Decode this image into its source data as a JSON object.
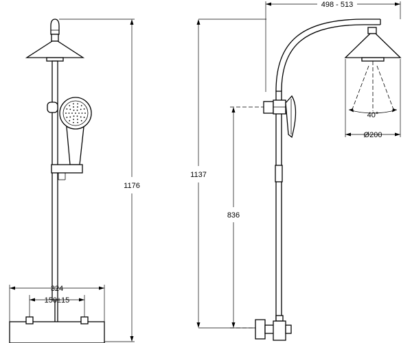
{
  "dimensions": {
    "front_total_height": "1176",
    "body_width": "324",
    "inlet_spacing": "150±15",
    "side_total_height": "1137",
    "bracket_height": "836",
    "arm_reach": "498 - 513",
    "spray_angle": "40°",
    "head_diameter": "Ø200"
  }
}
